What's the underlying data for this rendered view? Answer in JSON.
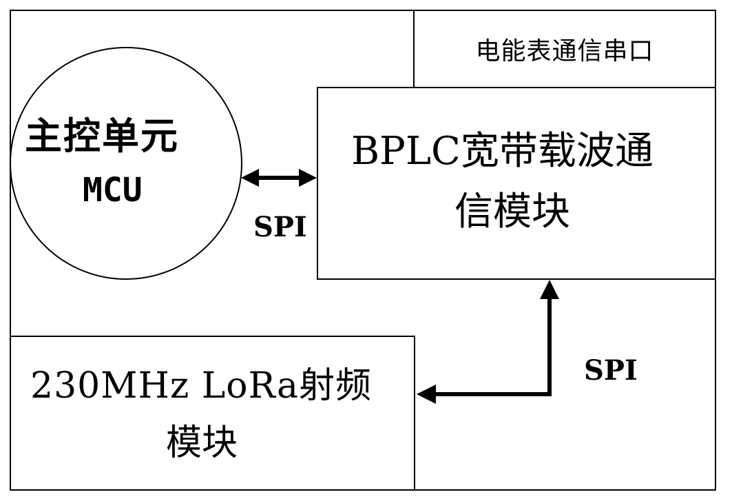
{
  "meter_port": {
    "label": "电能表通信串口"
  },
  "mcu": {
    "title": "主控单元",
    "name": "MCU"
  },
  "bplc_module": {
    "line1": "BPLC宽带载波通",
    "line2": "信模块"
  },
  "lora_module": {
    "line1": "230MHz LoRa射频",
    "line2": "模块"
  },
  "links": [
    {
      "label": "SPI",
      "from": "MCU",
      "to": "BPLC",
      "direction": "bidirectional"
    },
    {
      "label": "SPI",
      "from": "BPLC",
      "to": "LoRa",
      "direction": "bidirectional"
    }
  ],
  "colors": {
    "stroke": "#000000",
    "background": "#ffffff"
  }
}
